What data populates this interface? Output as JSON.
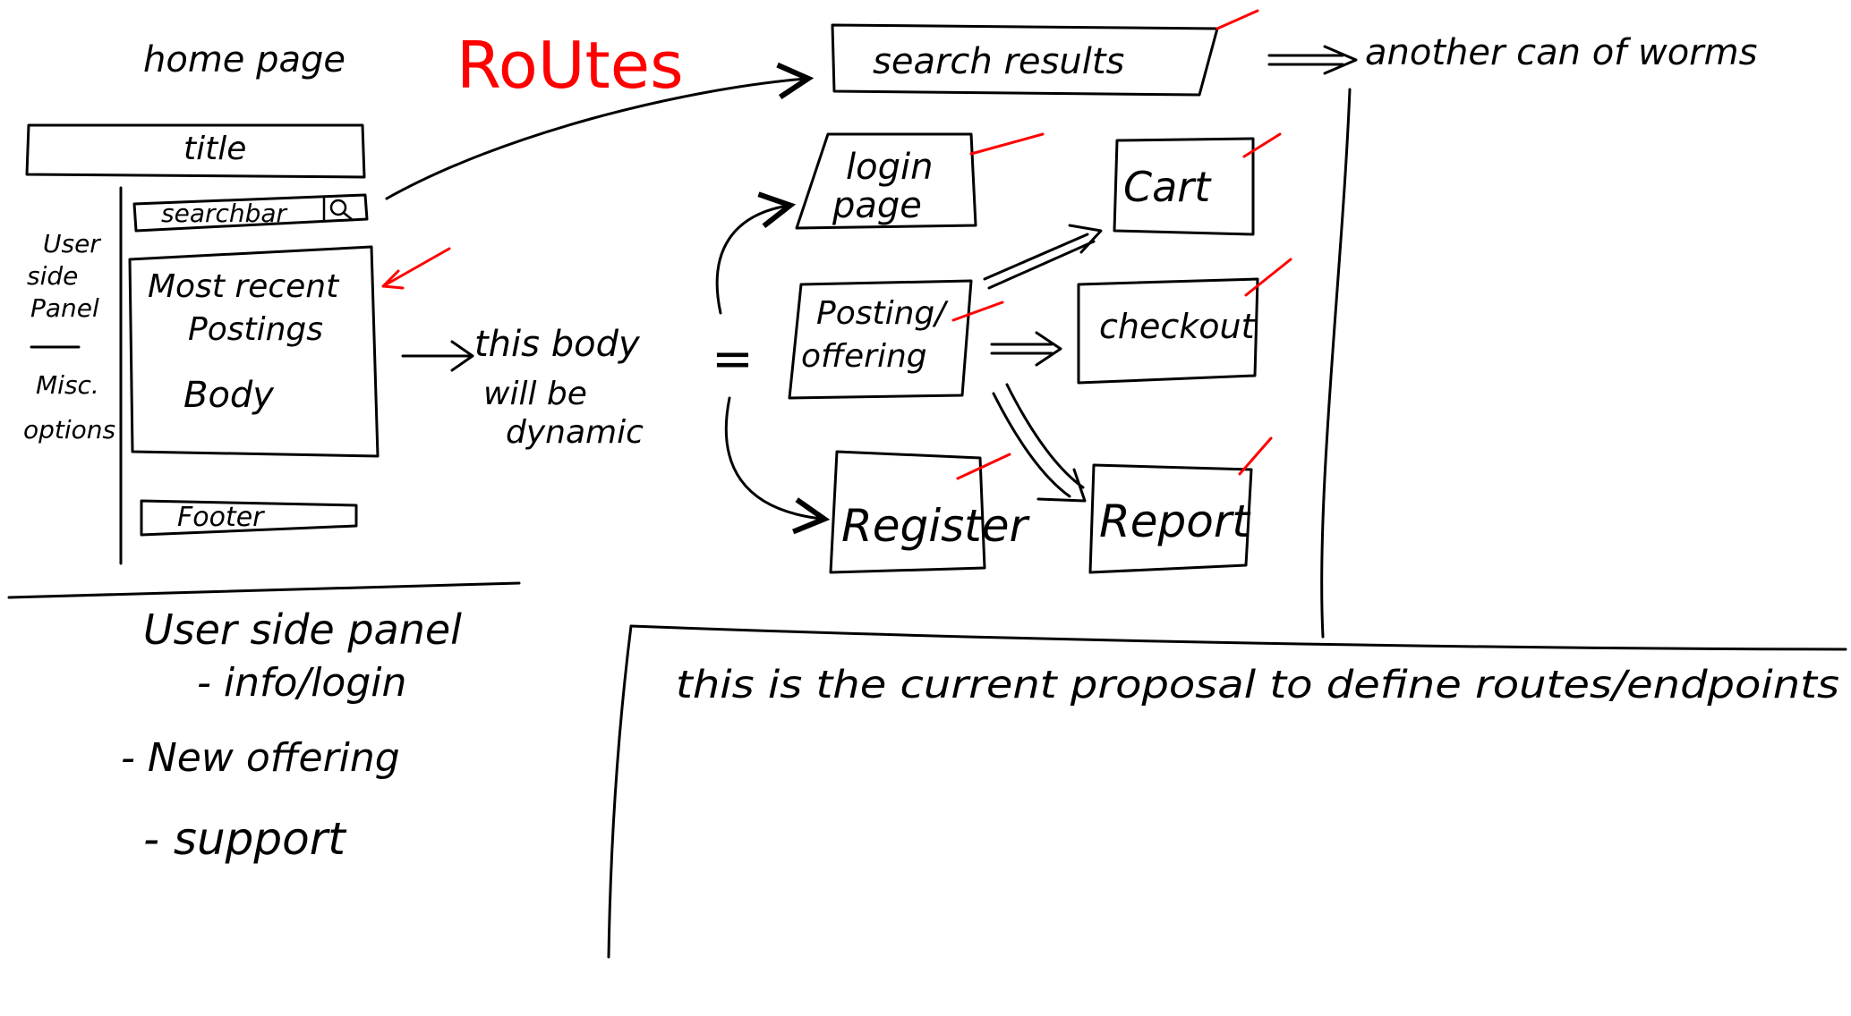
{
  "home": {
    "heading": "home page",
    "title": "title",
    "searchbar": "searchbar",
    "user_side_panel": [
      "User",
      "side",
      "Panel"
    ],
    "misc_options": [
      "Misc.",
      "options"
    ],
    "body_lines": [
      "Most recent",
      "Postings",
      "Body"
    ],
    "footer": "Footer"
  },
  "routes_heading": "RoUtes",
  "dynamic_note": [
    "this body",
    "will be",
    "dynamic"
  ],
  "equals_sign": "=",
  "routes": {
    "search_results": "search results",
    "another_can_of_worms": "another can of worms",
    "login_page": [
      "login",
      "page"
    ],
    "cart": "Cart",
    "posting_offering": [
      "Posting/",
      "offering"
    ],
    "checkout": "checkout",
    "register": "Register",
    "report": "Report"
  },
  "side_panel_notes": {
    "heading": "User side panel",
    "items": [
      "- info/login",
      "- New offering",
      "- support"
    ]
  },
  "proposal_note": "this is the current proposal to define routes/endpoints",
  "colors": {
    "ink": "#000000",
    "accent": "#ff0000",
    "background": "#ffffff"
  }
}
